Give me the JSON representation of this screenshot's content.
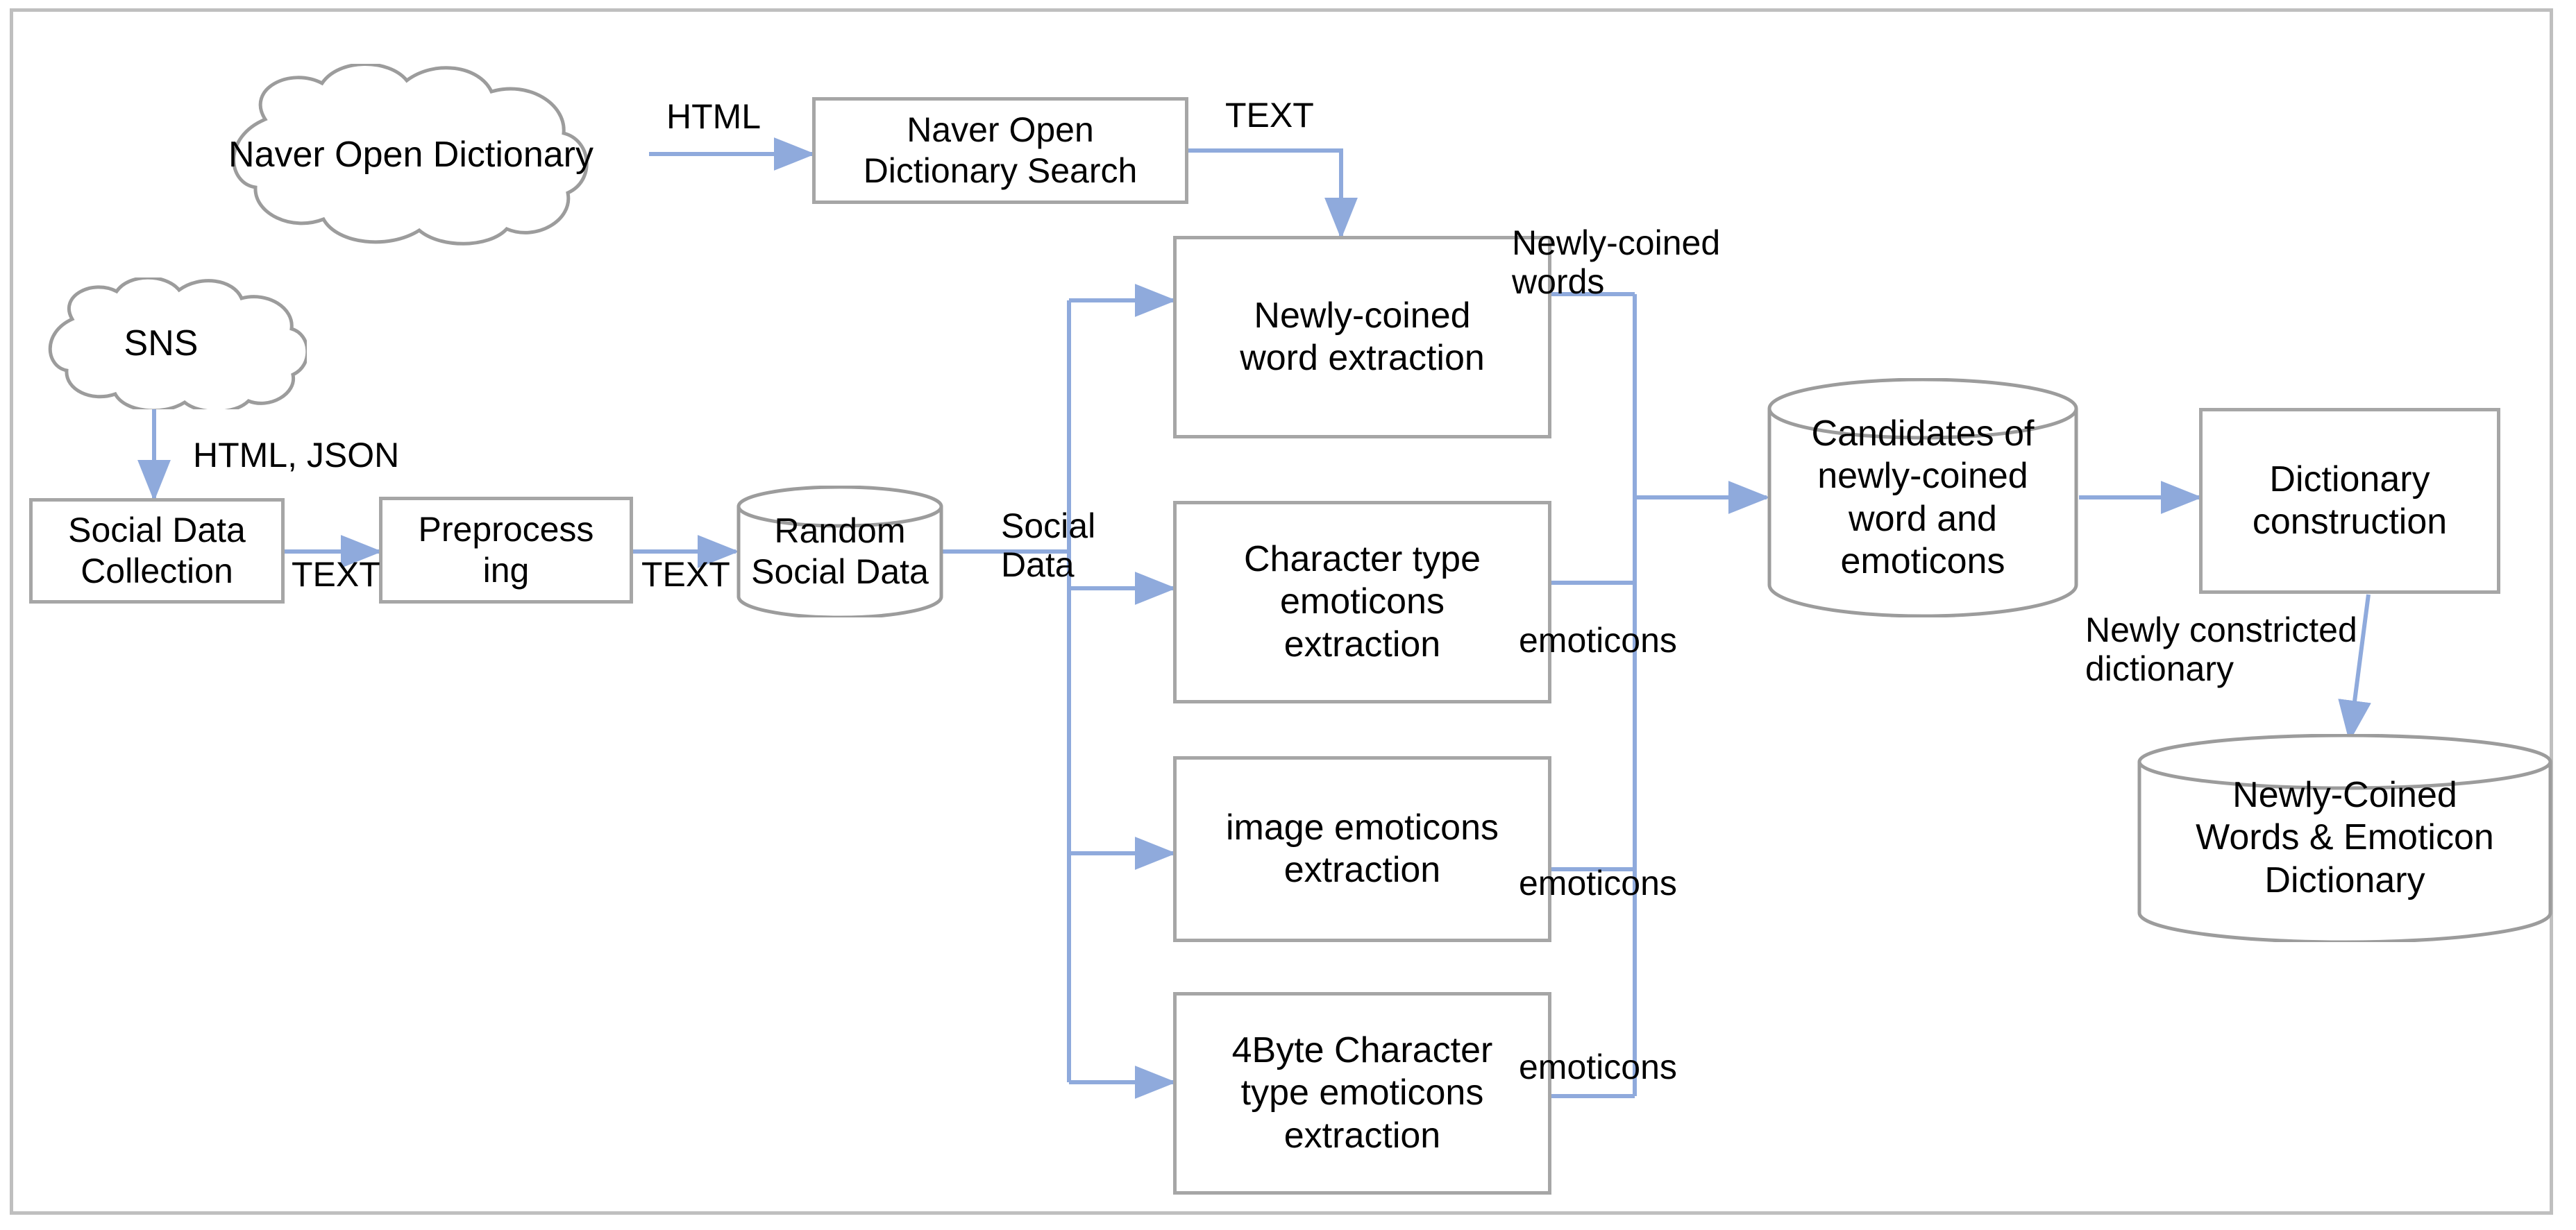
{
  "diagram": {
    "title": "Newly-coined word and emoticon dictionary construction flow",
    "colors": {
      "arrow": "#8faadc",
      "box_border": "#a6a6a6",
      "shape_outline": "#9c9c9c",
      "frame_border": "#bfbfbf",
      "background": "#ffffff",
      "text": "#000000"
    },
    "sources": [
      {
        "id": "naver-cloud",
        "shape": "cloud",
        "text": "Naver  Open\nDictionary"
      },
      {
        "id": "sns-cloud",
        "shape": "cloud",
        "text": "SNS"
      }
    ],
    "processes": [
      {
        "id": "naver-search",
        "shape": "process",
        "text": "Naver Open\nDictionary Search"
      },
      {
        "id": "social-data-collection",
        "shape": "process",
        "text": "Social Data\nCollection"
      },
      {
        "id": "preprocessing",
        "shape": "process",
        "text": "Preprocess\ning"
      },
      {
        "id": "newly-coined-word-extraction",
        "shape": "process",
        "text": "Newly-coined\nword extraction"
      },
      {
        "id": "character-type-emoticons-extraction",
        "shape": "process",
        "text": "Character type\nemoticons\nextraction"
      },
      {
        "id": "image-emoticons-extraction",
        "shape": "process",
        "text": "image emoticons\nextraction"
      },
      {
        "id": "fourbyte-character-type-emoticons-extraction",
        "shape": "process",
        "text": "4Byte Character\ntype emoticons\nextraction"
      },
      {
        "id": "dictionary-construction",
        "shape": "process",
        "text": "Dictionary\nconstruction"
      }
    ],
    "datastores": [
      {
        "id": "random-social-data",
        "shape": "cylinder",
        "text": "Random\nSocial Data"
      },
      {
        "id": "candidates",
        "shape": "cylinder",
        "text": "Candidates of\nnewly-coined\nword and\nemoticons"
      },
      {
        "id": "newly-coined-dictionary",
        "shape": "cylinder",
        "text": "Newly-Coined\nWords & Emoticon\nDictionary"
      }
    ],
    "edge_labels": [
      {
        "id": "html-label",
        "text": "HTML"
      },
      {
        "id": "text-label-naver",
        "text": "TEXT"
      },
      {
        "id": "html-json-label",
        "text": "HTML, JSON"
      },
      {
        "id": "text-label-collection",
        "text": "TEXT"
      },
      {
        "id": "text-label-preprocessing",
        "text": "TEXT"
      },
      {
        "id": "social-data-label",
        "text": "Social\nData"
      },
      {
        "id": "newly-coined-words-label",
        "text": "Newly-coined\nwords"
      },
      {
        "id": "emoticons-label-1",
        "text": "emoticons"
      },
      {
        "id": "emoticons-label-2",
        "text": "emoticons"
      },
      {
        "id": "emoticons-label-3",
        "text": "emoticons"
      },
      {
        "id": "newly-constricted-dictionary-label",
        "text": "Newly constricted\ndictionary"
      }
    ]
  }
}
